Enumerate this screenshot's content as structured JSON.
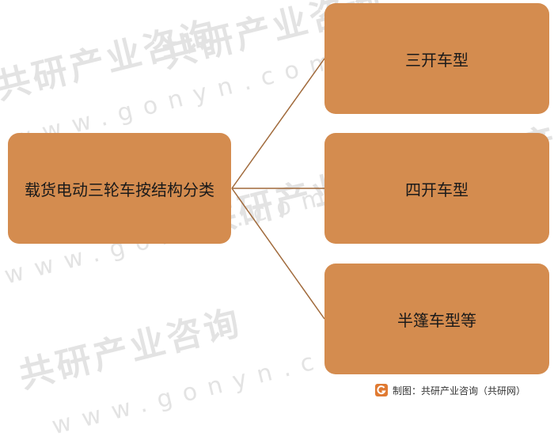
{
  "diagram": {
    "root": {
      "label": "载货电动三轮车按结构分类"
    },
    "children": [
      {
        "label": "三开车型"
      },
      {
        "label": "四开车型"
      },
      {
        "label": "半篷车型等"
      }
    ]
  },
  "footer": {
    "source_text": "制图：共研产业咨询（共研网）",
    "logo_icon": "gonyn-logo-icon"
  },
  "watermark": {
    "brand": "共研产业咨询",
    "domain": "www.gonyn.com"
  },
  "colors": {
    "node_fill": "#d48c4f",
    "connector": "#a0693a",
    "watermark": "#e3e3e3"
  }
}
